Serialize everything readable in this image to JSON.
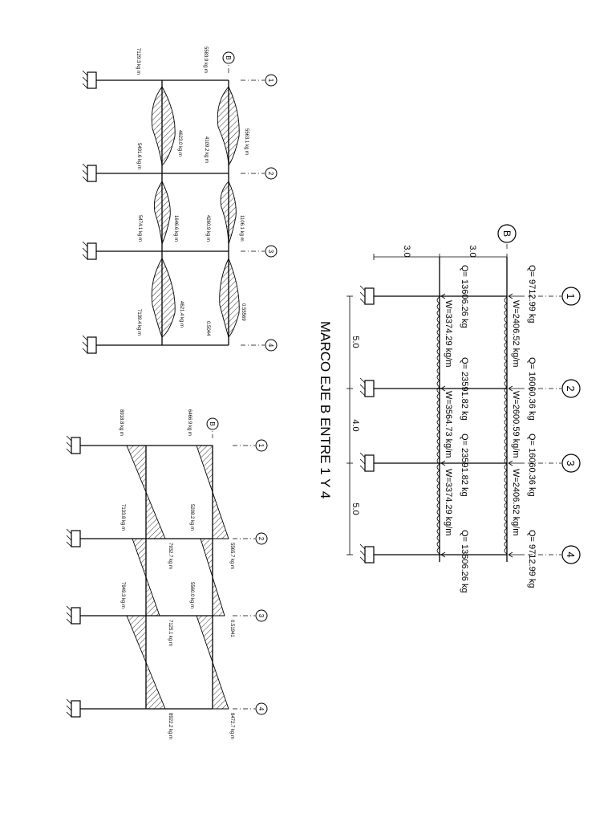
{
  "top_diagram": {
    "axis_b": "B",
    "axes": [
      "1",
      "2",
      "3",
      "4"
    ],
    "span_lengths": [
      "5.0",
      "4.0",
      "5.0"
    ],
    "story_heights": [
      "3.0",
      "3.0"
    ],
    "title": "MARCO EJE B ENTRE 1 Y 4",
    "upper_point_loads": [
      "Q= 9712.99 kg",
      "Q= 16060.36 kg",
      "Q= 16060.36 kg",
      "Q= 9712.99 kg"
    ],
    "upper_dist_loads": [
      "W=2406.52 kg/m",
      "W=2600.59 kg/m",
      "W=2406.52 kg/m"
    ],
    "lower_point_loads": [
      "Q= 13606.26 kg",
      "Q= 23591.82 kg",
      "Q= 23591.82 kg",
      "Q= 13606.26 kg"
    ],
    "lower_dist_loads": [
      "W=3374.29 kg/m",
      "W=3564.73 kg/m",
      "W=3374.29 kg/m"
    ]
  },
  "moment_diagram_1": {
    "axis_b": "B",
    "axes": [
      "1",
      "2",
      "3",
      "4"
    ],
    "labels": [
      "7129.3 kg m",
      "5583.9 kg m",
      "5491.6 kg m",
      "4623.0 kg m",
      "5563.1 kg m",
      "4109.2 kg m",
      "5474.1 kg m",
      "1646.6 kg m",
      "4260.9 kg m",
      "1106.1 kg m",
      "7139.4 kg m",
      "4621.4 kg m",
      "0.5044",
      "0.55569"
    ]
  },
  "moment_diagram_2": {
    "axis_b": "B",
    "axes": [
      "1",
      "2",
      "3",
      "4"
    ],
    "labels": [
      "8918.8 kg m",
      "6466.9 kg m",
      "7133.8 kg m",
      "5208.2 kg m",
      "7932.7 kg m",
      "5565.7 kg m",
      "7949.3 kg m",
      "5560.0 kg m",
      "7125.1 kg m",
      "0.51941",
      "8922.2 kg m",
      "8472.7 kg m"
    ]
  }
}
